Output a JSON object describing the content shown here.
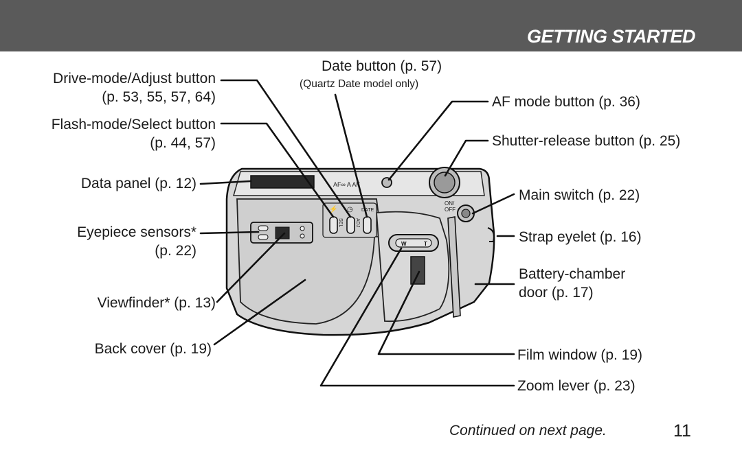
{
  "header": {
    "section_title": "GETTING STARTED"
  },
  "labels": {
    "drive_mode_1": "Drive-mode/Adjust button",
    "drive_mode_2": "(p. 53, 55, 57, 64)",
    "flash_mode_1": "Flash-mode/Select button",
    "flash_mode_2": "(p. 44, 57)",
    "data_panel": "Data panel (p. 12)",
    "eyepiece_1": "Eyepiece sensors*",
    "eyepiece_2": "(p. 22)",
    "viewfinder": "Viewfinder* (p. 13)",
    "back_cover": "Back cover (p. 19)",
    "date_button": "Date button (p. 57)",
    "date_note": "(Quartz Date model only)",
    "af_mode": "AF mode button (p. 36)",
    "shutter": "Shutter-release button (p. 25)",
    "main_switch": "Main switch (p. 22)",
    "strap": "Strap eyelet (p. 16)",
    "battery_1": "Battery-chamber",
    "battery_2": "door (p. 17)",
    "film_window": "Film window (p. 19)",
    "zoom_lever": "Zoom lever (p. 23)"
  },
  "camera_marks": {
    "af_modes": "AF∞ A AF",
    "date": "DATE",
    "sel": "SEL",
    "adj": "ADJ",
    "on_off_1": "ON/",
    "on_off_2": "OFF",
    "zoom_w": "W",
    "zoom_t": "T"
  },
  "footer": {
    "continued": "Continued on next page.",
    "page_number": "11"
  }
}
